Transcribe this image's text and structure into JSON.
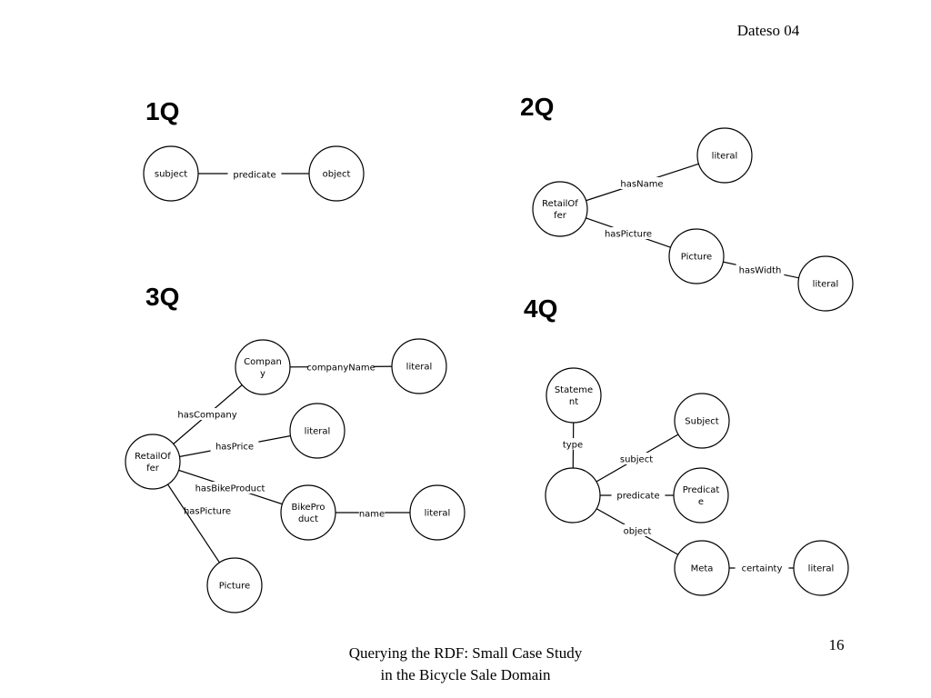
{
  "slide": {
    "header": "Dateso 04",
    "footer_line1": "Querying the RDF: Small Case Study",
    "footer_line2": "in the Bicycle Sale Domain",
    "page_number": "16"
  },
  "queries": {
    "q1": {
      "title": "1Q",
      "nodes": {
        "subject": [
          "subject"
        ],
        "object": [
          "object"
        ]
      },
      "edges": {
        "predicate": "predicate"
      }
    },
    "q2": {
      "title": "2Q",
      "nodes": {
        "retailoffer": [
          "RetailOf",
          "fer"
        ],
        "literal1": [
          "literal"
        ],
        "picture": [
          "Picture"
        ],
        "literal2": [
          "literal"
        ]
      },
      "edges": {
        "hasname": "hasName",
        "haspicture": "hasPicture",
        "haswidth": "hasWidth"
      }
    },
    "q3": {
      "title": "3Q",
      "nodes": {
        "retailoffer": [
          "RetailOf",
          "fer"
        ],
        "company": [
          "Compan",
          "y"
        ],
        "literal1": [
          "literal"
        ],
        "literal2": [
          "literal"
        ],
        "bikeproduct": [
          "BikePro",
          "duct"
        ],
        "literal3": [
          "literal"
        ],
        "picture": [
          "Picture"
        ]
      },
      "edges": {
        "hascompany": "hasCompany",
        "companyname": "companyName",
        "hasprice": "hasPrice",
        "hasbikeproduct": "hasBikeProduct",
        "name": "name",
        "haspicture": "hasPicture"
      }
    },
    "q4": {
      "title": "4Q",
      "nodes": {
        "statement": [
          "Stateme",
          "nt"
        ],
        "blank": [],
        "subject": [
          "Subject"
        ],
        "predicate": [
          "Predicat",
          "e"
        ],
        "meta": [
          "Meta"
        ],
        "literal": [
          "literal"
        ]
      },
      "edges": {
        "type": "type",
        "subject": "subject",
        "predicate": "predicate",
        "object": "object",
        "certainty": "certainty"
      }
    }
  }
}
